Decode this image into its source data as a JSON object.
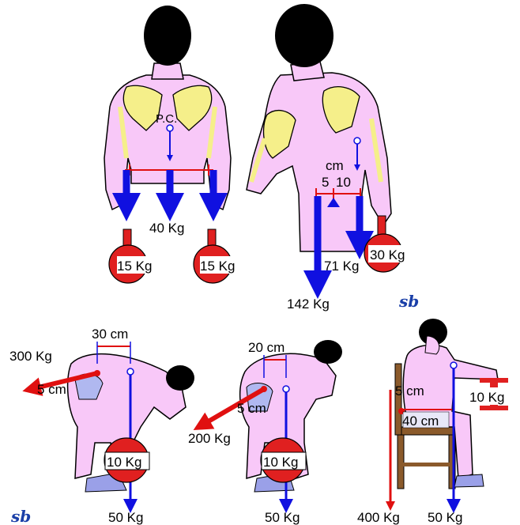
{
  "colors": {
    "skin": "#f8c8f8",
    "muscle": "#f5ef8a",
    "blue_arrow": "#1010e0",
    "red_arrow": "#e01010",
    "weight_red": "#e02020",
    "hair": "#000000",
    "chair": "#8b5a2b",
    "shoe": "#9aa0e8",
    "signature": "#1a3fa8"
  },
  "panel_a": {
    "center_label": "P.C.",
    "body_load": "40 Kg",
    "left_weight": "15 Kg",
    "right_weight": "15 Kg"
  },
  "panel_b": {
    "unit": "cm",
    "dist_left": "5",
    "dist_right": "10",
    "muscle_force": "142 Kg",
    "body_load": "71 Kg",
    "weight": "30 Kg",
    "signature": "sb"
  },
  "panel_c": {
    "arm": "30 cm",
    "lever": "5 cm",
    "muscle_force": "300 Kg",
    "weight": "10 Kg",
    "reaction": "50 Kg",
    "signature": "sb"
  },
  "panel_d": {
    "arm": "20 cm",
    "lever": "5 cm",
    "muscle_force": "200 Kg",
    "weight": "10 Kg",
    "reaction": "50 Kg"
  },
  "panel_e": {
    "lever": "5 cm",
    "arm": "40 cm",
    "weight": "10 Kg",
    "muscle_force": "400 Kg",
    "reaction": "50 Kg"
  }
}
